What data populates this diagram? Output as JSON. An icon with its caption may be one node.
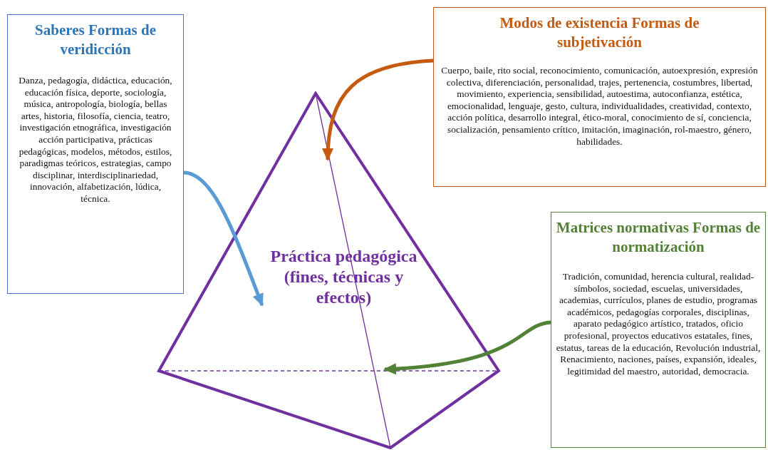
{
  "diagram": {
    "nodes": [
      {
        "text": [
          "Saberes Formas de veridicción",
          "Danza, pedagogía, didáctica, educación, educación física, deporte, sociología, música, antropología, biología, bellas artes, historia, filosofía, ciencia, teatro, investigación etnográfica, investigación acción participativa, prácticas pedagógicas, modelos, métodos, estilos, paradigmas teóricos, estrategias, campo disciplinar, interdisciplinariedad, innovación, alfabetización, lúdica, técnica."
        ]
      },
      {
        "text": [
          "Modos de existencia Formas de subjetivación",
          "Cuerpo, baile, rito social, reconocimiento, comunicación, autoexpresión, expresión colectiva, diferenciación, personalidad, trajes, pertenencia, costumbres, libertad, movimiento, experiencia, sensibilidad, autoestima, autoconfianza, estética, emocionalidad, lenguaje, gesto, cultura, individualidades, creatividad, contexto, acción política, desarrollo integral, ético-moral, conocimiento de sí, conciencia, socialización, pensamiento crítico, imitación, imaginación, rol-maestro, género, habilidades."
        ]
      },
      {
        "text": [
          "Matrices normativas Formas de normatización",
          "Tradición, comunidad, herencia cultural, realidad-símbolos, sociedad, escuelas, universidades, academias, currículos, planes de estudio, programas académicos, pedagogías corporales, disciplinas, aparato pedagógico artístico, tratados, oficio profesional, proyectos educativos estatales, fines, estatus, tareas de la educación, Revolución industrial, Renacimiento, naciones, países, expansión, ideales, legitimidad del maestro, autoridad, democracia."
        ]
      },
      {
        "text": [
          "Práctica pedagógica (fines, técnicas y efectos)"
        ]
      }
    ],
    "edges": [
      {
        "from": 0,
        "to": 3,
        "arrow": "to",
        "color": "#5b9bd5"
      },
      {
        "from": 1,
        "to": 3,
        "arrow": "to",
        "color": "#c55a11"
      },
      {
        "from": 2,
        "to": 3,
        "arrow": "to",
        "color": "#538135"
      }
    ]
  }
}
